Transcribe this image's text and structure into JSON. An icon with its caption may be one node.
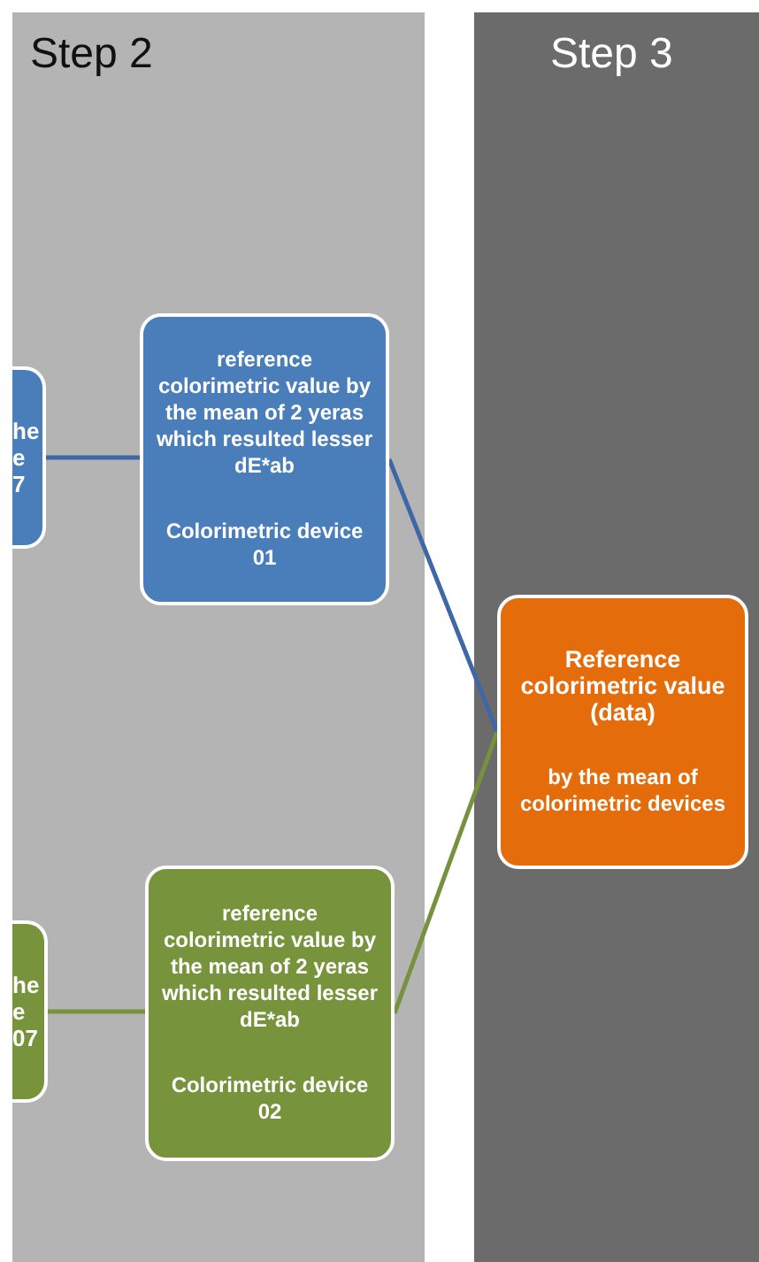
{
  "diagram": {
    "nodes": [
      {
        "text": [
          "Step 2"
        ]
      },
      {
        "text": [
          "he e 7"
        ],
        "in": 0
      },
      {
        "text": [
          "reference colorimetric value by the mean of 2 yeras which resulted lesser dE*ab",
          "Colorimetric device 01"
        ],
        "in": 0
      },
      {
        "text": [
          "he e 07"
        ],
        "in": 0
      },
      {
        "text": [
          "reference colorimetric value by the mean of 2 yeras which resulted lesser dE*ab",
          "Colorimetric device 02"
        ],
        "in": 0
      },
      {
        "text": [
          "Step 3"
        ]
      },
      {
        "text": [
          "Reference colorimetric value (data)",
          "by the mean of colorimetric devices"
        ],
        "in": 5
      }
    ],
    "edges": [
      {
        "from": 1,
        "to": 2,
        "arrow": "none",
        "color": "#3f67a6"
      },
      {
        "from": 3,
        "to": 4,
        "arrow": "none",
        "color": "#76923c"
      },
      {
        "from": 2,
        "to": 6,
        "arrow": "none",
        "color": "#3f67a6"
      },
      {
        "from": 4,
        "to": 6,
        "arrow": "none",
        "color": "#76923c"
      }
    ]
  }
}
